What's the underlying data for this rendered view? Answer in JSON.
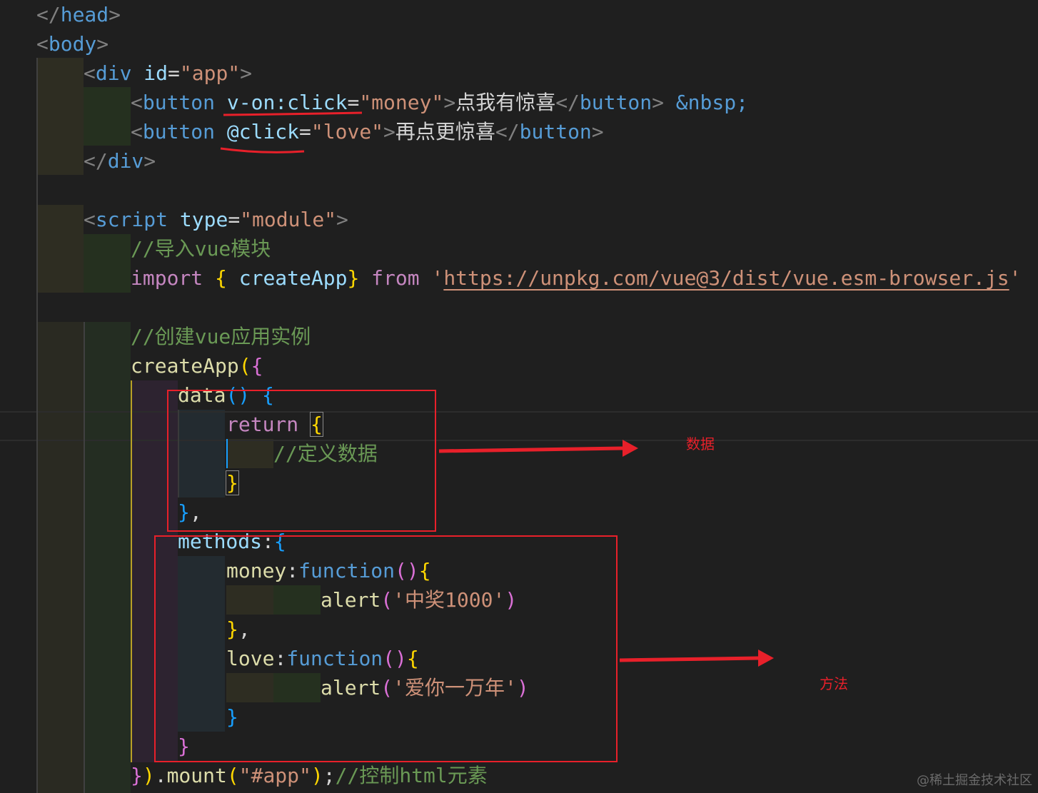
{
  "code": {
    "l1": {
      "a": "</",
      "b": "head",
      "c": ">"
    },
    "l2": {
      "a": "<",
      "b": "body",
      "c": ">"
    },
    "l3": {
      "a": "<",
      "b": "div",
      "c": " ",
      "d": "id",
      "e": "=",
      "f": "\"app\"",
      "g": ">"
    },
    "l4": {
      "a": "<",
      "b": "button",
      "c": " ",
      "d": "v-on:click",
      "e": "=",
      "f": "\"money\"",
      "g": ">",
      "h": "点我有惊喜",
      "i": "</",
      "j": "button",
      "k": ">",
      "l": " ",
      "m": "&nbsp;"
    },
    "l5": {
      "a": "<",
      "b": "button",
      "c": " ",
      "d": "@click",
      "e": "=",
      "f": "\"love\"",
      "g": ">",
      "h": "再点更惊喜",
      "i": "</",
      "j": "button",
      "k": ">"
    },
    "l6": {
      "a": "</",
      "b": "div",
      "c": ">"
    },
    "l7": {
      "a": "<",
      "b": "script",
      "c": " ",
      "d": "type",
      "e": "=",
      "f": "\"module\"",
      "g": ">"
    },
    "l8": {
      "a": "//导入vue模块"
    },
    "l9": {
      "a": "import",
      "b": " ",
      "c": "{",
      "d": " ",
      "e": "createApp",
      "f": "}",
      "g": " ",
      "h": "from",
      "i": " ",
      "j": "'",
      "k": "https://unpkg.com/vue@3/dist/vue.esm-browser.js",
      "l": "'"
    },
    "l10": {
      "a": "//创建vue应用实例"
    },
    "l11": {
      "a": "createApp",
      "b": "(",
      "c": "{"
    },
    "l12": {
      "a": "data",
      "b": "()",
      "c": " ",
      "d": "{"
    },
    "l13": {
      "a": "return",
      "b": " ",
      "c": "{"
    },
    "l14": {
      "a": "//定义数据"
    },
    "l15": {
      "a": "}"
    },
    "l16": {
      "a": "}",
      "b": ","
    },
    "l17": {
      "a": "methods",
      "b": ":",
      "c": "{"
    },
    "l18": {
      "a": "money",
      "b": ":",
      "c": "function",
      "d": "()",
      "e": "{"
    },
    "l19": {
      "a": "alert",
      "b": "(",
      "c": "'中奖1000'",
      "d": ")"
    },
    "l20": {
      "a": "}",
      "b": ","
    },
    "l21": {
      "a": "love",
      "b": ":",
      "c": "function",
      "d": "()",
      "e": "{"
    },
    "l22": {
      "a": "alert",
      "b": "(",
      "c": "'爱你一万年'",
      "d": ")"
    },
    "l23": {
      "a": "}"
    },
    "l24": {
      "a": "}"
    },
    "l25": {
      "a": "}",
      "b": ")",
      "c": ".",
      "d": "mount",
      "e": "(",
      "f": "\"#app\"",
      "g": ")",
      "h": ";",
      "i": "//控制html元素"
    }
  },
  "annotations": {
    "data_label": "数据",
    "methods_label": "方法",
    "color": "#e8202a"
  },
  "watermark": "@稀土掘金技术社区",
  "theme": {
    "background": "#1f1f1f",
    "tag": "#569cd6",
    "attribute": "#9cdcfe",
    "string": "#ce9178",
    "comment": "#6a9955",
    "keyword": "#c586c0",
    "function": "#dcdcaa",
    "bracket_level_1": "#ffd700",
    "bracket_level_2": "#da70d6",
    "bracket_level_3": "#179fff"
  }
}
